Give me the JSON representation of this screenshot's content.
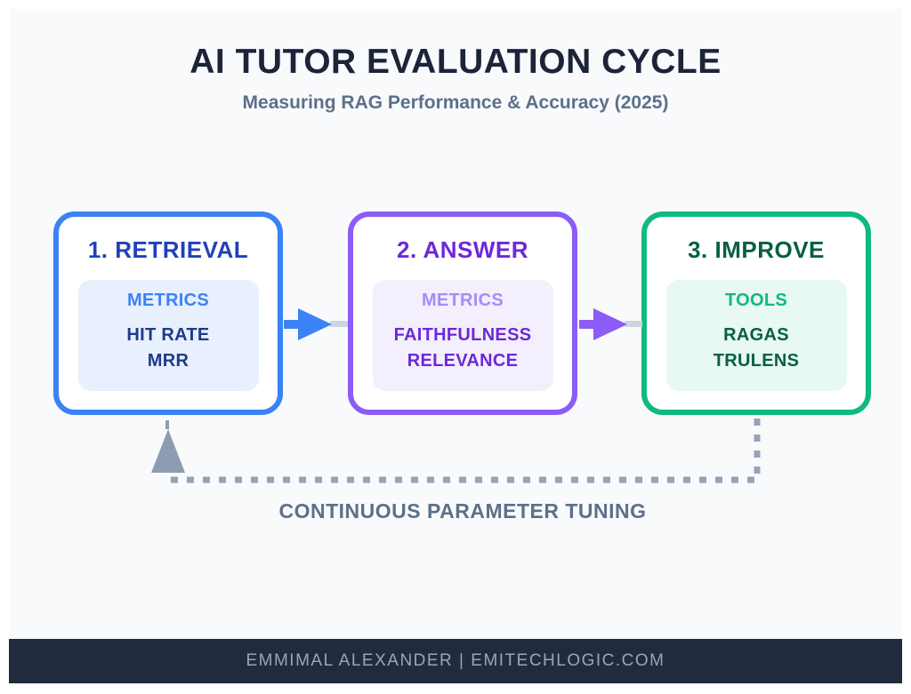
{
  "colors": {
    "bg": "#f8fafc",
    "title": "#1b2438",
    "muted": "#5d7089",
    "footer-bg": "#202b3e",
    "footer-text": "#97a6b9",
    "connector": "#cbd5e1",
    "loop": "#94a3b8",
    "loop-arrow": "#8c9db2",
    "arrow1": "#3b82f6",
    "arrow2": "#8b5cf6",
    "stage1-border": "#3b82f6",
    "stage1-title": "#2140bd",
    "stage1-label": "#3b82f6",
    "stage1-item": "#1e3a8a",
    "stage1-panel": "#e8f0fd",
    "stage2-border": "#8b5cf6",
    "stage2-title": "#6d28d9",
    "stage2-label": "#a78bfa",
    "stage2-item": "#6d28d9",
    "stage2-panel": "#f3effd",
    "stage3-border": "#10b981",
    "stage3-title": "#065f46",
    "stage3-label": "#10b981",
    "stage3-item": "#065f46",
    "stage3-panel": "#e7f9f0"
  },
  "header": {
    "title": "AI TUTOR EVALUATION CYCLE",
    "subtitle": "Measuring RAG Performance & Accuracy (2025)"
  },
  "stages": [
    {
      "title": "1. RETRIEVAL",
      "panel_label": "METRICS",
      "items": [
        "HIT RATE",
        "MRR"
      ]
    },
    {
      "title": "2. ANSWER",
      "panel_label": "METRICS",
      "items": [
        "FAITHFULNESS",
        "RELEVANCE"
      ]
    },
    {
      "title": "3. IMPROVE",
      "panel_label": "TOOLS",
      "items": [
        "RAGAS",
        "TRULENS"
      ]
    }
  ],
  "loop": {
    "label": "CONTINUOUS PARAMETER TUNING"
  },
  "footer": {
    "credit": "EMMIMAL ALEXANDER | EMITECHLOGIC.COM"
  }
}
